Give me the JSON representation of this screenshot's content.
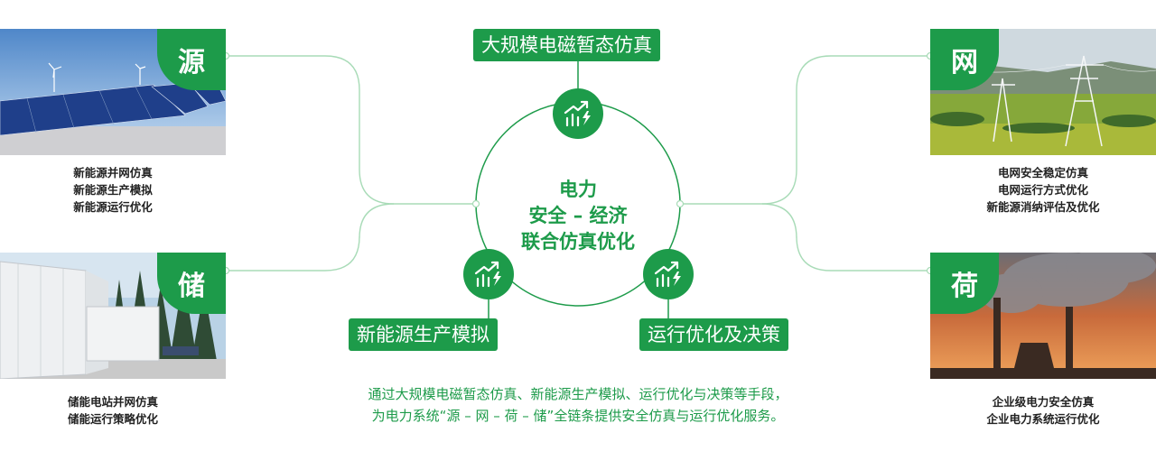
{
  "colors": {
    "brand_green": "#1d9b4a",
    "line_green": "#a8dbb7"
  },
  "source": {
    "tag": "源",
    "lines": [
      "新能源并网仿真",
      "新能源生产模拟",
      "新能源运行优化"
    ]
  },
  "grid": {
    "tag": "网",
    "lines": [
      "电网安全稳定仿真",
      "电网运行方式优化",
      "新能源消纳评估及优化"
    ]
  },
  "storage": {
    "tag": "储",
    "lines": [
      "储能电站并网仿真",
      "储能运行策略优化"
    ]
  },
  "load": {
    "tag": "荷",
    "lines": [
      "企业级电力安全仿真",
      "企业电力系统运行优化"
    ]
  },
  "center": {
    "lines": [
      "电力",
      "安全 – 经济",
      "联合仿真优化"
    ],
    "top_label": "大规模电磁暂态仿真",
    "left_label": "新能源生产模拟",
    "right_label": "运行优化及决策",
    "badge_icon": "trend-up-lightning-icon"
  },
  "summary": {
    "lines": [
      "通过大规模电磁暂态仿真、新能源生产模拟、运行优化与决策等手段，",
      "为电力系统“源 – 网 – 荷 – 储”全链条提供安全仿真与运行优化服务。"
    ]
  }
}
